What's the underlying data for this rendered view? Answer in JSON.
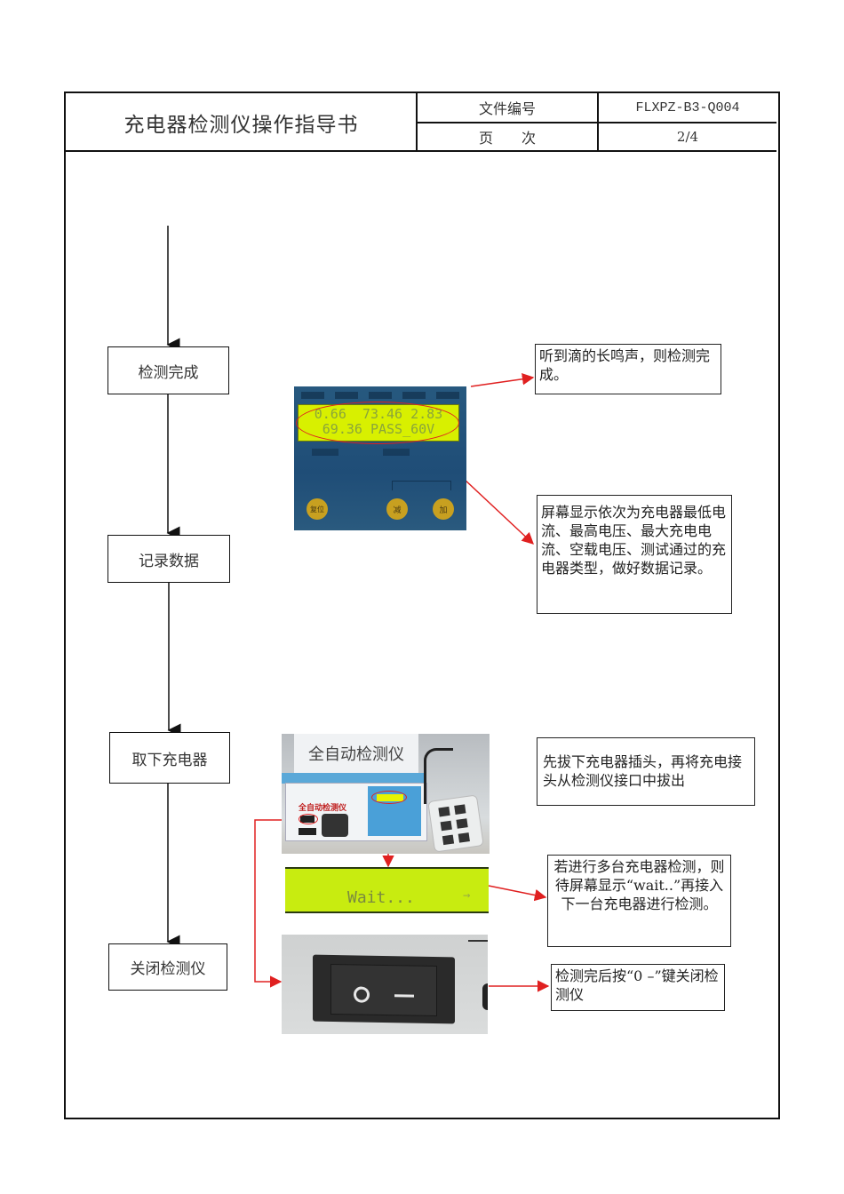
{
  "header": {
    "title": "充电器检测仪操作指导书",
    "doc_no_label": "文件编号",
    "doc_no_value": "FLXPZ-B3-Q004",
    "page_label": "页　　次",
    "page_value": "2/4"
  },
  "flow": {
    "steps": [
      {
        "label": "检测完成"
      },
      {
        "label": "记录数据"
      },
      {
        "label": "取下充电器"
      },
      {
        "label": "关闭检测仪"
      }
    ]
  },
  "notes": {
    "complete": "听到滴的长鸣声，则检测完成。",
    "record": "屏幕显示依次为充电器最低电流、最高电压、最大充电电流、空载电压、测试通过的充电器类型，做好数据记录。",
    "unplug": "先拔下充电器插头，再将充电接头从检测仪接口中拔出",
    "wait": "若进行多台充电器检测，则待屏幕显示“wait..”再接入下一台充电器进行检测。",
    "power_off": "检测完后按“0 –”键关闭检测仪"
  },
  "photos": {
    "lcd_panel": {
      "line1": "0.66  73.46 2.83",
      "line2": "69.36 PASS_60V",
      "buttons": [
        "复位",
        "减",
        "加"
      ]
    },
    "device": {
      "sign_text": "全自动检测仪",
      "device_label": "全自动检测仪"
    },
    "wait_screen": {
      "text": "Wait...",
      "arrow": "→"
    },
    "switch": {
      "off_symbol": "O",
      "on_symbol": "–"
    }
  },
  "colors": {
    "annotation_red": "#e02020",
    "lcd_green": "#d8f000",
    "panel_blue": "#1f4e7a"
  }
}
